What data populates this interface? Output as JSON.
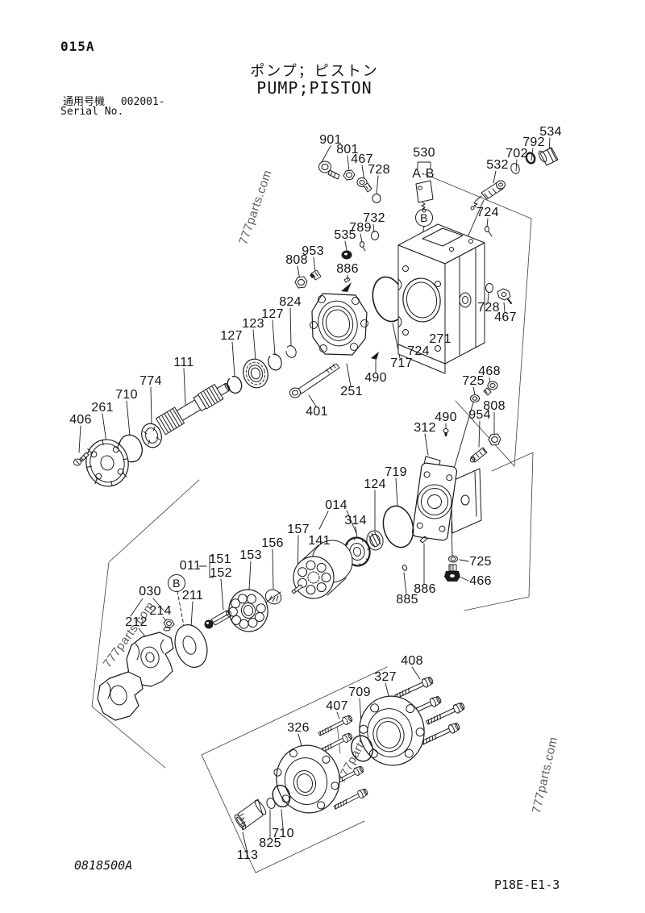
{
  "page": {
    "code": "015A",
    "title_ja": "ポンプ；ピストン",
    "title_en": "PUMP;PISTON",
    "applicable_label_ja": "通用号機",
    "applicable_serial": "002001-",
    "serial_label_en": "Serial No.",
    "figure_number": "0818500A",
    "page_ref": "P18E-E1-3",
    "watermark": "777parts.com"
  },
  "diagram": {
    "view_markers": {
      "ab": "A·B",
      "b": "B"
    },
    "labels": [
      "901",
      "801",
      "467",
      "728",
      "530",
      "532",
      "702",
      "792",
      "534",
      "724",
      "732",
      "789",
      "535",
      "953",
      "808",
      "886",
      "824",
      "127",
      "123",
      "127",
      "111",
      "774",
      "710",
      "261",
      "406",
      "401",
      "251",
      "490",
      "717",
      "724",
      "271",
      "728",
      "467",
      "468",
      "725",
      "808",
      "954",
      "490",
      "312",
      "719",
      "124",
      "014",
      "314",
      "141",
      "157",
      "156",
      "153",
      "011",
      "151",
      "152",
      "030",
      "211",
      "214",
      "212",
      "885",
      "886",
      "725",
      "466",
      "408",
      "327",
      "709",
      "407",
      "326",
      "113",
      "825",
      "710"
    ]
  }
}
